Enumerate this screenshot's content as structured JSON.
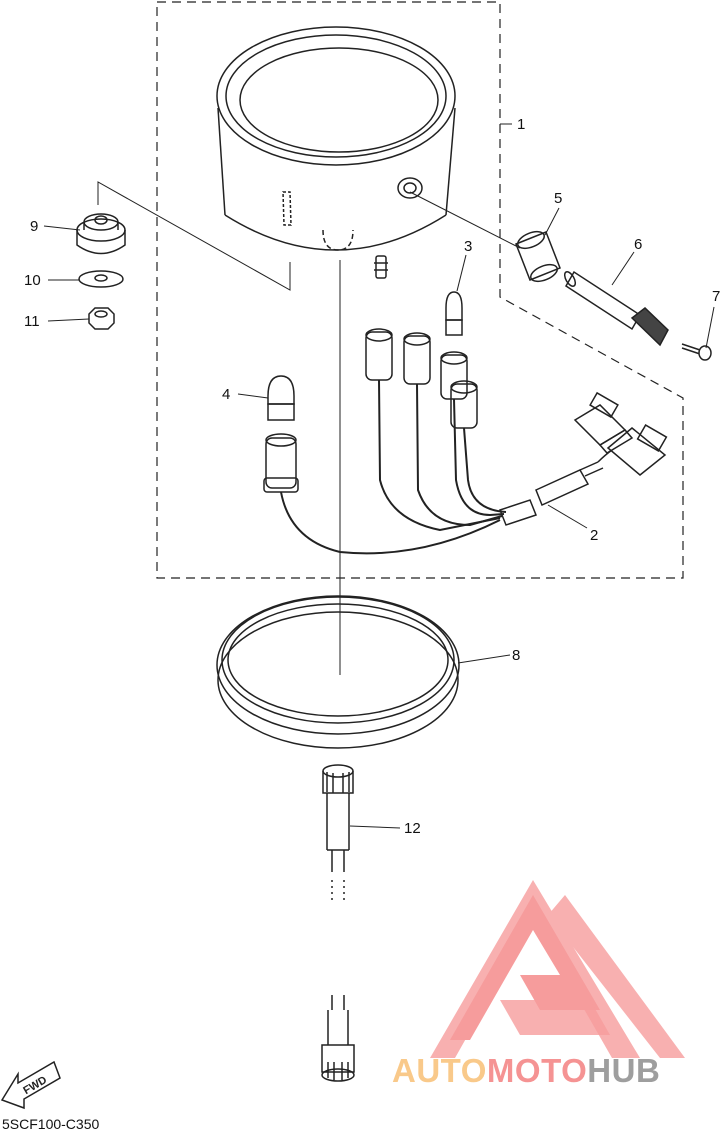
{
  "diagram": {
    "code": "5SCF100-C350",
    "fwd_label": "FWD",
    "callouts": [
      {
        "id": "c1",
        "label": "1"
      },
      {
        "id": "c2",
        "label": "2"
      },
      {
        "id": "c3",
        "label": "3"
      },
      {
        "id": "c4",
        "label": "4"
      },
      {
        "id": "c5",
        "label": "5"
      },
      {
        "id": "c6",
        "label": "6"
      },
      {
        "id": "c7",
        "label": "7"
      },
      {
        "id": "c8",
        "label": "8"
      },
      {
        "id": "c9",
        "label": "9"
      },
      {
        "id": "c10",
        "label": "10"
      },
      {
        "id": "c11",
        "label": "11"
      },
      {
        "id": "c12",
        "label": "12"
      }
    ]
  },
  "watermark": {
    "word_part1": "AUTO",
    "word_part2": "MOTO",
    "word_part3": "HUB",
    "colors": {
      "part1": "#f9c98a",
      "part2": "#f59393",
      "part3": "#9e9e9e",
      "logo": "#f58b8b"
    }
  }
}
